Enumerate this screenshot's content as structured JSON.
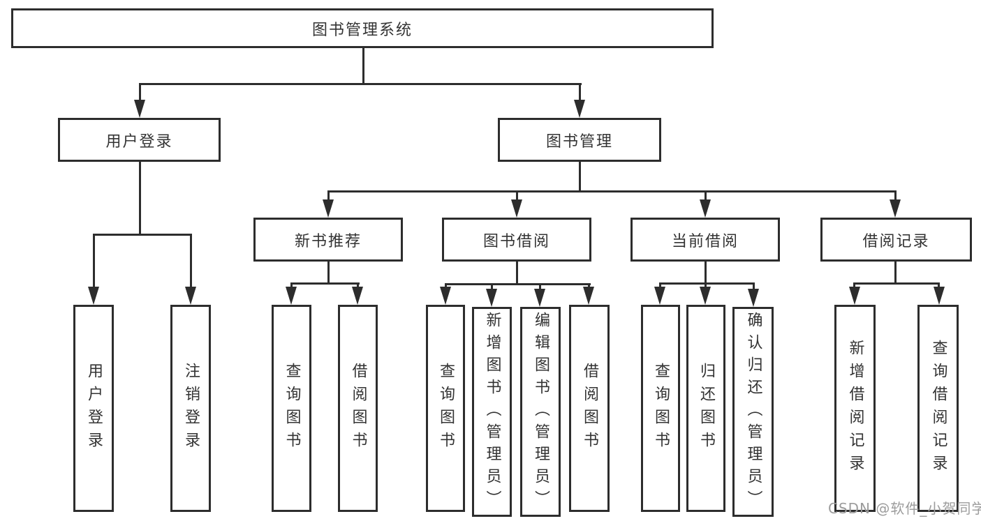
{
  "tree": {
    "label": "图书管理系统",
    "children": [
      {
        "label": "用户登录",
        "children": [
          {
            "label": "用户登录"
          },
          {
            "label": "注销登录"
          }
        ]
      },
      {
        "label": "图书管理",
        "children": [
          {
            "label": "新书推荐",
            "children": [
              {
                "label": "查询图书"
              },
              {
                "label": "借阅图书"
              }
            ]
          },
          {
            "label": "图书借阅",
            "children": [
              {
                "label": "查询图书"
              },
              {
                "label": "新增图书（管理员）"
              },
              {
                "label": "编辑图书（管理员）"
              },
              {
                "label": "借阅图书"
              }
            ]
          },
          {
            "label": "当前借阅",
            "children": [
              {
                "label": "查询图书"
              },
              {
                "label": "归还图书"
              },
              {
                "label": "确认归还（管理员）"
              }
            ]
          },
          {
            "label": "借阅记录",
            "children": [
              {
                "label": "新增借阅记录"
              },
              {
                "label": "查询借阅记录"
              }
            ]
          }
        ]
      }
    ]
  },
  "watermark": "CSDN @软件_小贺同学",
  "colors": {
    "line": "#2d2d2d",
    "text": "#333333",
    "watermark": "#9c9c9c",
    "background": "#ffffff"
  }
}
